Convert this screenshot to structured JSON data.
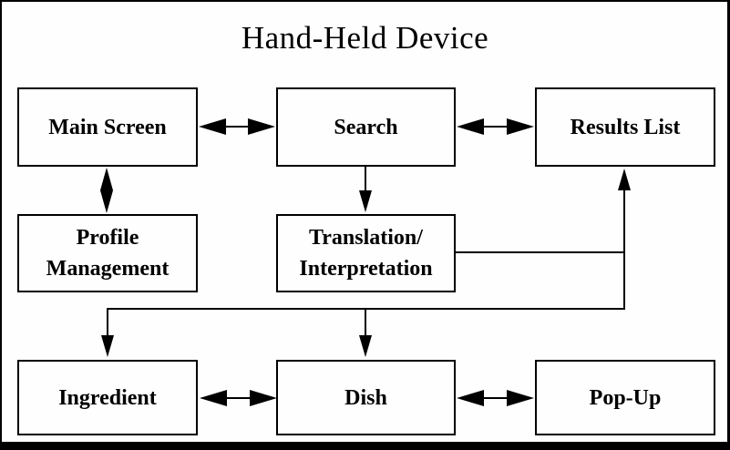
{
  "title": "Hand-Held Device",
  "colors": {
    "line": "#000000",
    "text": "#000000",
    "background": "#fefefe"
  },
  "nodes": {
    "main_screen": {
      "label": "Main Screen"
    },
    "search": {
      "label": "Search"
    },
    "results_list": {
      "label": "Results List"
    },
    "profile_management": {
      "label_line1": "Profile",
      "label_line2": "Management"
    },
    "translation_interpretation": {
      "label_line1": "Translation/",
      "label_line2": "Interpretation"
    },
    "ingredient": {
      "label": "Ingredient"
    },
    "dish": {
      "label": "Dish"
    },
    "pop_up": {
      "label": "Pop-Up"
    }
  },
  "edges": [
    {
      "from": "main_screen",
      "to": "search",
      "direction": "bidirectional"
    },
    {
      "from": "search",
      "to": "results_list",
      "direction": "bidirectional"
    },
    {
      "from": "main_screen",
      "to": "profile_management",
      "direction": "bidirectional"
    },
    {
      "from": "search",
      "to": "translation_interpretation",
      "direction": "down"
    },
    {
      "from": "translation_interpretation",
      "to": "results_list",
      "direction": "up",
      "route": "right then up"
    },
    {
      "from": "translation_interpretation",
      "to": "ingredient",
      "direction": "down",
      "route": "shared connector line"
    },
    {
      "from": "translation_interpretation",
      "to": "dish",
      "direction": "down",
      "route": "shared connector line"
    },
    {
      "from": "ingredient",
      "to": "dish",
      "direction": "bidirectional"
    },
    {
      "from": "dish",
      "to": "pop_up",
      "direction": "bidirectional"
    }
  ]
}
